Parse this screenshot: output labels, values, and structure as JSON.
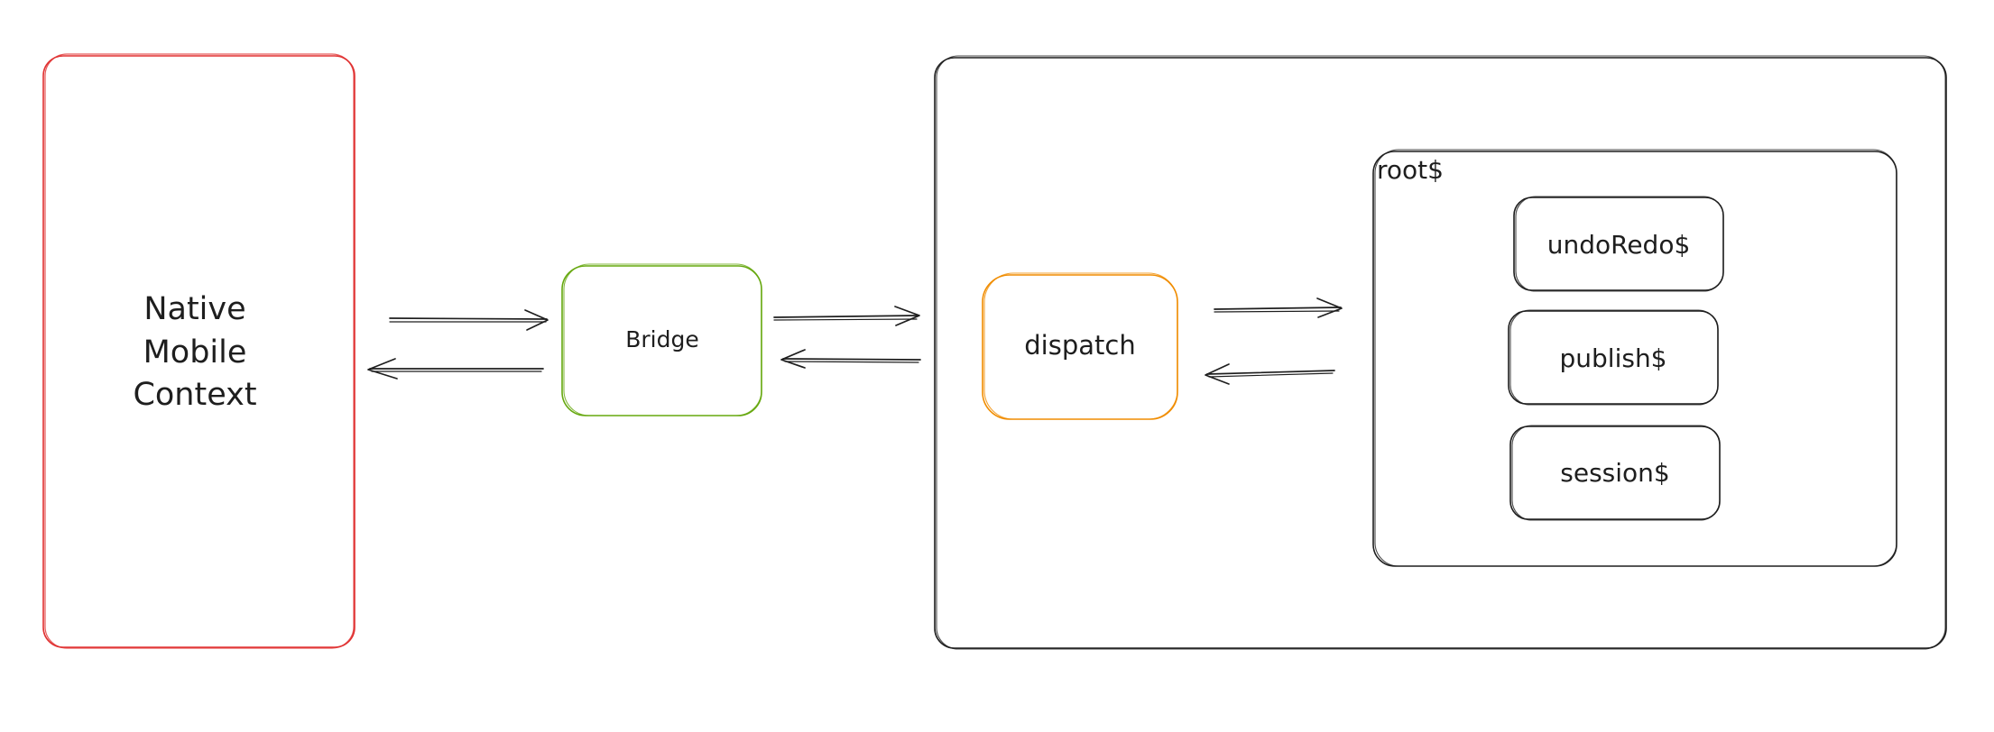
{
  "diagram": {
    "native": {
      "lines": [
        "Native",
        "Mobile",
        "Context"
      ],
      "color": "#e03131"
    },
    "bridge": {
      "label": "Bridge",
      "color": "#66a80f"
    },
    "dispatch": {
      "label": "dispatch",
      "color": "#f08c00"
    },
    "root": {
      "label": "root$",
      "stores": [
        "undoRedo$",
        "publish$",
        "session$"
      ]
    },
    "ink_color": "#1e1e1e"
  }
}
